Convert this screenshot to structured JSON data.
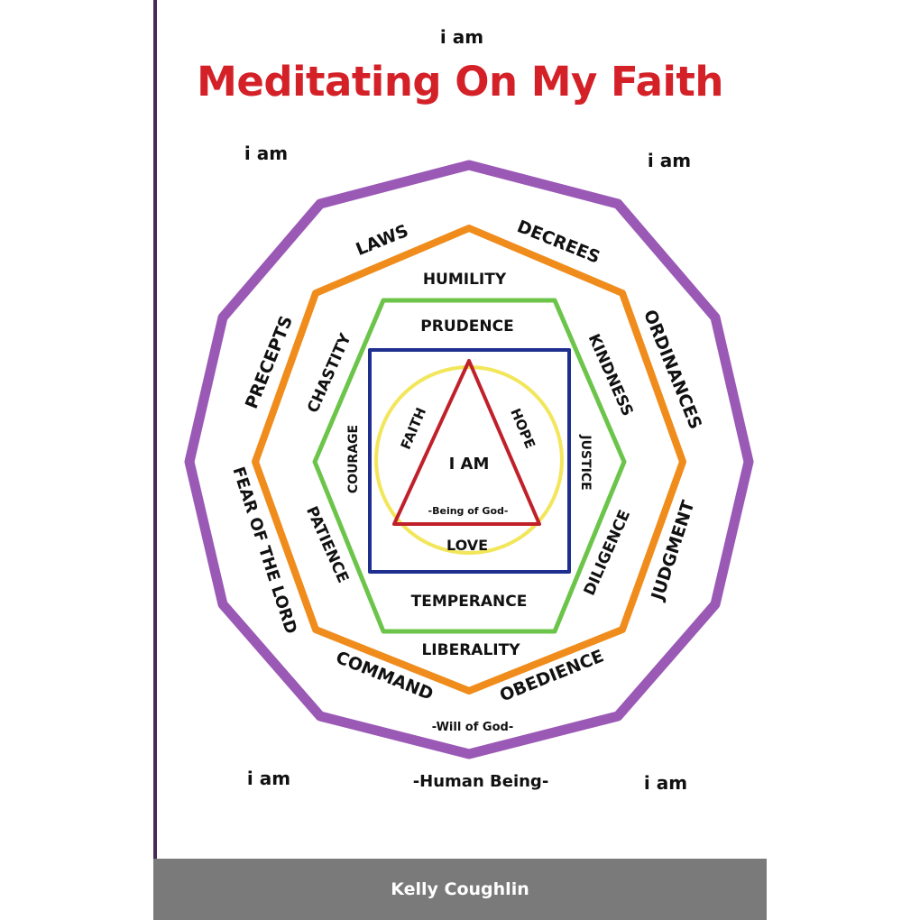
{
  "cover": {
    "title": "Meditating On My Faith",
    "author": "Kelly Coughlin",
    "iam_label": "i am",
    "human_being": "-Human Being-",
    "will_of_god": "-Will of God-"
  },
  "diagram": {
    "outer_ring": [
      "LAWS",
      "DECREES",
      "ORDINANCES",
      "JUDGMENT",
      "OBEDIENCE",
      "COMMAND",
      "FEAR OF THE LORD",
      "PRECEPTS"
    ],
    "middle_ring": [
      "HUMILITY",
      "KINDNESS",
      "DILIGENCE",
      "LIBERALITY",
      "PATIENCE",
      "CHASTITY"
    ],
    "inner_ring": [
      "PRUDENCE",
      "JUSTICE",
      "TEMPERANCE",
      "COURAGE"
    ],
    "triangle": {
      "left": "FAITH",
      "right": "HOPE",
      "center": "I AM",
      "sub": "-Being of God-",
      "bottom": "LOVE"
    }
  },
  "colors": {
    "title": "#d42128",
    "purple": "#9b59b6",
    "orange": "#ef8c1c",
    "green": "#6cc54a",
    "blue": "#1f2f8f",
    "yellow": "#f2e65a",
    "red": "#c0202a",
    "author_bar": "#7a7a7a"
  }
}
